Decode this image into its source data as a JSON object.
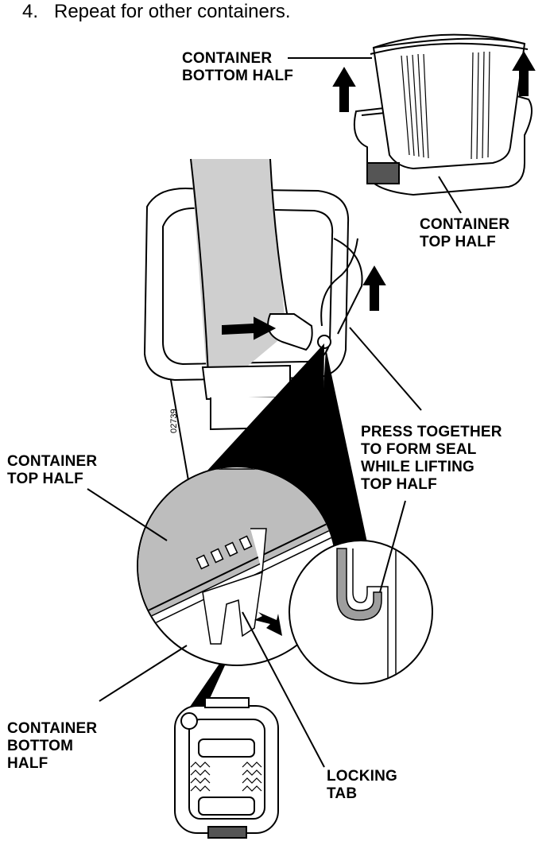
{
  "step": {
    "number": "4.",
    "text": "Repeat for other containers."
  },
  "labels": {
    "container_bottom_half_top": "CONTAINER\nBOTTOM HALF",
    "container_top_half_right": "CONTAINER\nTOP HALF",
    "press_together": "PRESS TOGETHER\nTO FORM SEAL\nWHILE LIFTING\nTOP HALF",
    "container_top_half_left": "CONTAINER\nTOP HALF",
    "container_bottom_half_left": "CONTAINER\nBOTTOM\nHALF",
    "locking_tab": "LOCKING\nTAB"
  },
  "figure_code": "02739",
  "colors": {
    "ink": "#000000",
    "gray_fill": "#bdbdbd",
    "light_gray": "#dcdcdc",
    "paper": "#ffffff"
  }
}
